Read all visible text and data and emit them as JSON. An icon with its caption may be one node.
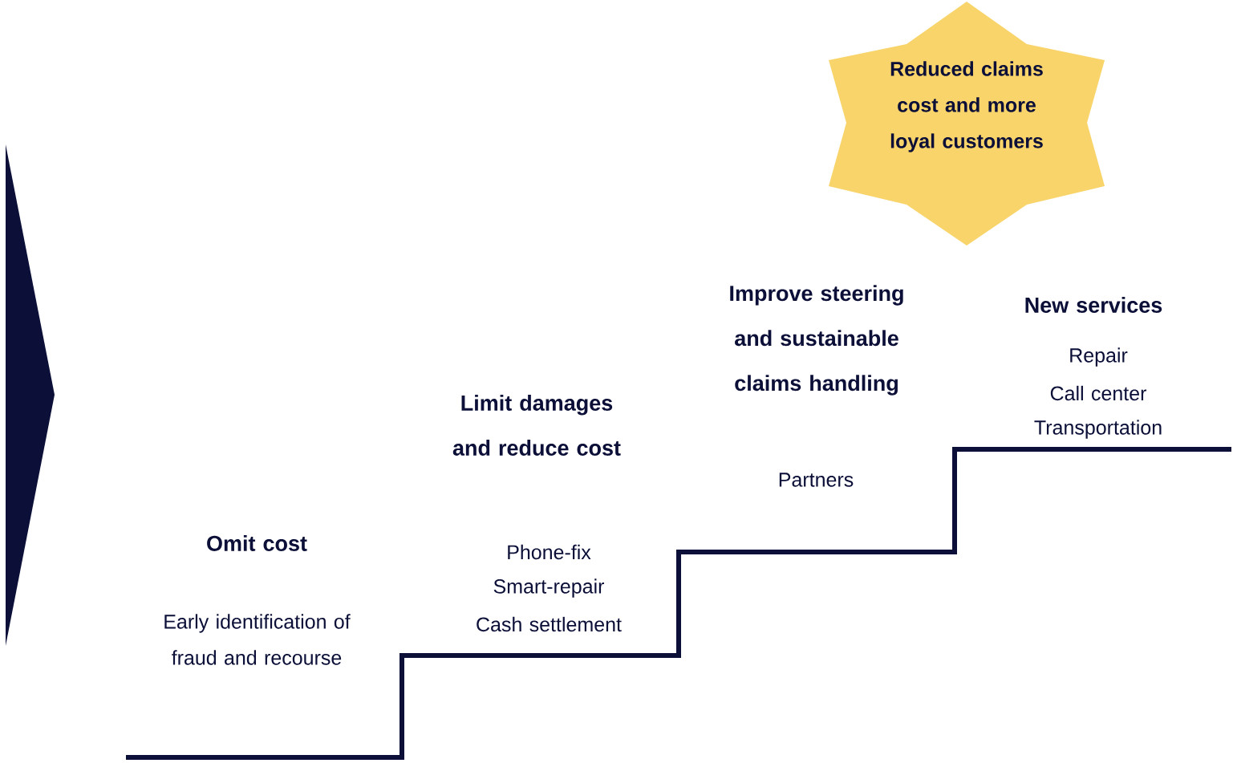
{
  "diagram": {
    "nodes": [
      {
        "text": [
          "Reduced claims cost and more loyal customers"
        ]
      }
    ],
    "edges": [],
    "labels": [
      "Omit cost",
      "Early identification of fraud and recourse",
      "Limit damages and reduce cost",
      "Phone-fix",
      "Smart-repair",
      "Cash settlement",
      "Improve steering and sustainable claims handling",
      "Partners",
      "New services",
      "Repair",
      "Call center",
      "Transportation"
    ]
  }
}
